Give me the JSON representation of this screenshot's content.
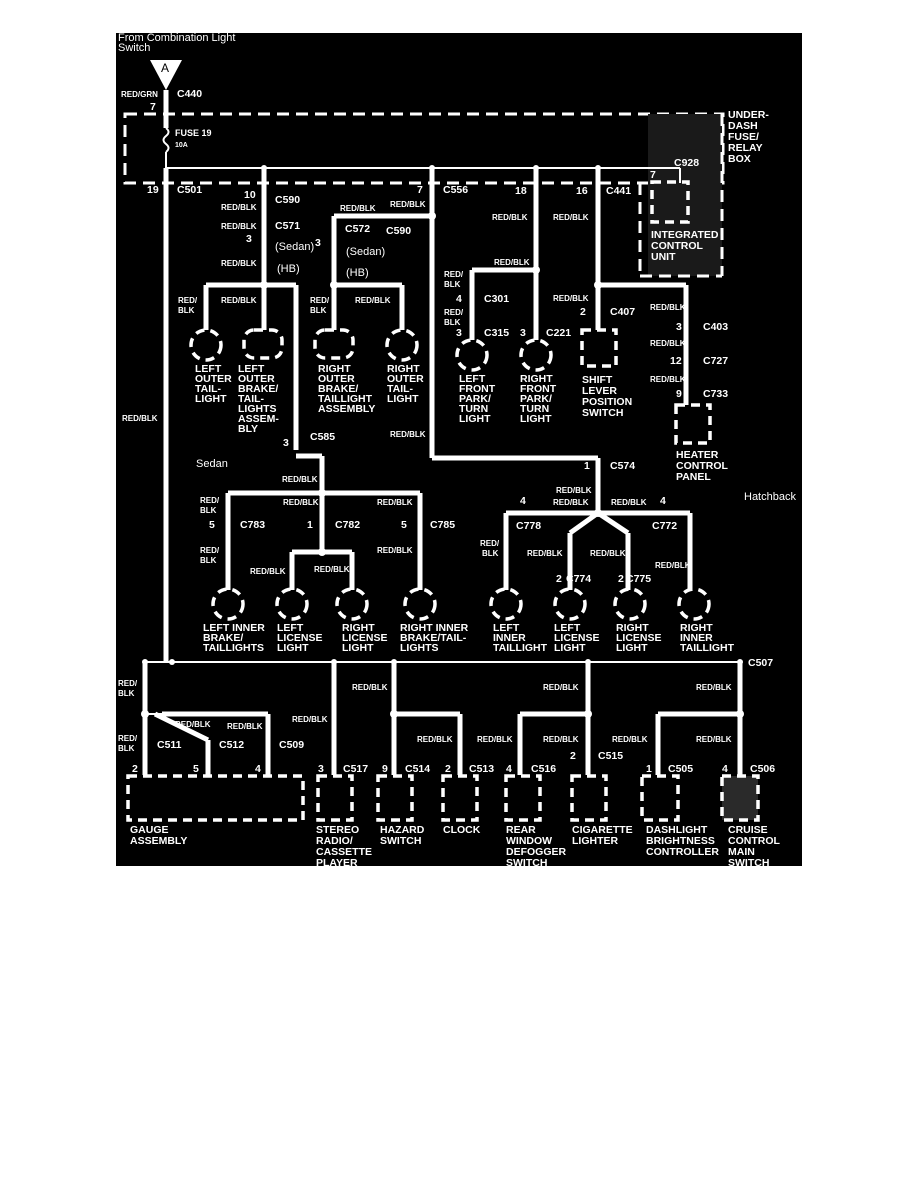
{
  "header": {
    "line1": "From Combination Light",
    "line2": "Switch",
    "input_id": "A"
  },
  "box": {
    "name": [
      "UNDER-",
      "DASH",
      "FUSE/",
      "RELAY",
      "BOX"
    ],
    "fuse_name": "FUSE 19",
    "fuse_rating": "10A"
  },
  "wires": {
    "red_grn": "RED/GRN",
    "red_blk": "RED/BLK",
    "red": "RED/",
    "blk": "BLK"
  },
  "variants": {
    "sedan_paren": "(Sedan)",
    "hb_paren": "(HB)",
    "sedan": "Sedan",
    "hatchback": "Hatchback"
  },
  "connectors": {
    "c440": "C440",
    "c501": "C501",
    "c590": "C590",
    "c571": "C571",
    "c572": "C572",
    "c556": "C556",
    "c441": "C441",
    "c928": "C928",
    "c301": "C301",
    "c315": "C315",
    "c221": "C221",
    "c407": "C407",
    "c403": "C403",
    "c727": "C727",
    "c733": "C733",
    "c585": "C585",
    "c574": "C574",
    "c783": "C783",
    "c782": "C782",
    "c785": "C785",
    "c778": "C778",
    "c772": "C772",
    "c774": "C774",
    "c775": "C775",
    "c507": "C507",
    "c511": "C511",
    "c512": "C512",
    "c509": "C509",
    "c517": "C517",
    "c514": "C514",
    "c513": "C513",
    "c516": "C516",
    "c515": "C515",
    "c505": "C505",
    "c506": "C506"
  },
  "pins": {
    "p7": "7",
    "p19": "19",
    "p10": "10",
    "p3": "3",
    "p18": "18",
    "p16": "16",
    "p4": "4",
    "p2": "2",
    "p12": "12",
    "p9": "9",
    "p1": "1",
    "p5": "5"
  },
  "components": {
    "icu": [
      "INTEGRATED",
      "CONTROL",
      "UNIT"
    ],
    "left_outer_tail": [
      "LEFT",
      "OUTER",
      "TAIL-",
      "LIGHT"
    ],
    "left_outer_brake": [
      "LEFT",
      "OUTER",
      "BRAKE/",
      "TAIL-",
      "LIGHTS",
      "ASSEM-",
      "BLY"
    ],
    "right_outer_brake": [
      "RIGHT",
      "OUTER",
      "BRAKE/",
      "TAILLIGHT",
      "ASSEMBLY"
    ],
    "right_outer_tail": [
      "RIGHT",
      "OUTER",
      "TAIL-",
      "LIGHT"
    ],
    "left_front_park": [
      "LEFT",
      "FRONT",
      "PARK/",
      "TURN",
      "LIGHT"
    ],
    "right_front_park": [
      "RIGHT",
      "FRONT",
      "PARK/",
      "TURN",
      "LIGHT"
    ],
    "shift_lever": [
      "SHIFT",
      "LEVER",
      "POSITION",
      "SWITCH"
    ],
    "heater_panel": [
      "HEATER",
      "CONTROL",
      "PANEL"
    ],
    "left_inner_brake": [
      "LEFT INNER",
      "BRAKE/",
      "TAILLIGHTS"
    ],
    "left_license_s": [
      "LEFT",
      "LICENSE",
      "LIGHT"
    ],
    "right_license_s": [
      "RIGHT",
      "LICENSE",
      "LIGHT"
    ],
    "right_inner_brake": [
      "RIGHT INNER",
      "BRAKE/TAIL-",
      "LIGHTS"
    ],
    "left_inner_tail": [
      "LEFT",
      "INNER",
      "TAILLIGHT"
    ],
    "left_license_h": [
      "LEFT",
      "LICENSE",
      "LIGHT"
    ],
    "right_license_h": [
      "RIGHT",
      "LICENSE",
      "LIGHT"
    ],
    "right_inner_tail": [
      "RIGHT",
      "INNER",
      "TAILLIGHT"
    ],
    "gauge": [
      "GAUGE",
      "ASSEMBLY"
    ],
    "stereo": [
      "STEREO",
      "RADIO/",
      "CASSETTE",
      "PLAYER"
    ],
    "hazard": [
      "HAZARD",
      "SWITCH"
    ],
    "clock": [
      "CLOCK"
    ],
    "defogger": [
      "REAR",
      "WINDOW",
      "DEFOGGER",
      "SWITCH"
    ],
    "cigarette": [
      "CIGARETTE",
      "LIGHTER"
    ],
    "dashlight": [
      "DASHLIGHT",
      "BRIGHTNESS",
      "CONTROLLER"
    ],
    "cruise": [
      "CRUISE",
      "CONTROL",
      "MAIN",
      "SWITCH"
    ]
  }
}
